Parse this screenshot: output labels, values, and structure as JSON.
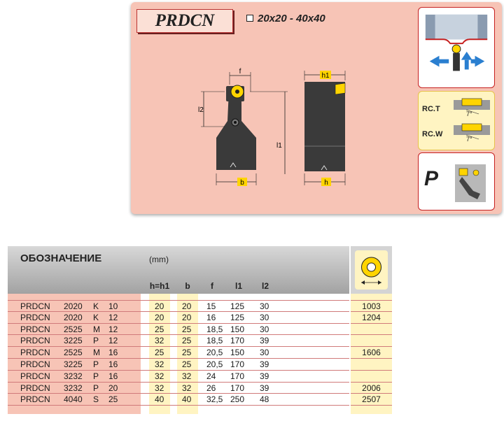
{
  "header": {
    "title": "PRDCN",
    "range": "20x20 - 40x40"
  },
  "drawing": {
    "dim_f": "f",
    "dim_h1_top": "h1",
    "dim_l2": "l2",
    "dim_l1": "l1",
    "dim_b": "b",
    "dim_h": "h"
  },
  "side_panels": {
    "shim_label_t": "RC.T",
    "shim_label_w": "RC.W",
    "angle_t": "7°",
    "angle_w": "7°",
    "clamp_letter": "P"
  },
  "table": {
    "title": "ОБОЗНАЧЕНИЕ",
    "unit": "(mm)",
    "columns": [
      "h=h1",
      "b",
      "f",
      "l1",
      "l2"
    ],
    "rows": [
      {
        "name": "PRDCN",
        "size": "2020",
        "code": "K",
        "ic": "10",
        "h": "20",
        "b": "20",
        "f": "15",
        "l1": "125",
        "l2": "30",
        "insert": "1003"
      },
      {
        "name": "PRDCN",
        "size": "2020",
        "code": "K",
        "ic": "12",
        "h": "20",
        "b": "20",
        "f": "16",
        "l1": "125",
        "l2": "30",
        "insert": "1204"
      },
      {
        "name": "PRDCN",
        "size": "2525",
        "code": "M",
        "ic": "12",
        "h": "25",
        "b": "25",
        "f": "18,5",
        "l1": "150",
        "l2": "30",
        "insert": ""
      },
      {
        "name": "PRDCN",
        "size": "3225",
        "code": "P",
        "ic": "12",
        "h": "32",
        "b": "25",
        "f": "18,5",
        "l1": "170",
        "l2": "39",
        "insert": ""
      },
      {
        "name": "PRDCN",
        "size": "2525",
        "code": "M",
        "ic": "16",
        "h": "25",
        "b": "25",
        "f": "20,5",
        "l1": "150",
        "l2": "30",
        "insert": "1606"
      },
      {
        "name": "PRDCN",
        "size": "3225",
        "code": "P",
        "ic": "16",
        "h": "32",
        "b": "25",
        "f": "20,5",
        "l1": "170",
        "l2": "39",
        "insert": ""
      },
      {
        "name": "PRDCN",
        "size": "3232",
        "code": "P",
        "ic": "16",
        "h": "32",
        "b": "32",
        "f": "24",
        "l1": "170",
        "l2": "39",
        "insert": ""
      },
      {
        "name": "PRDCN",
        "size": "3232",
        "code": "P",
        "ic": "20",
        "h": "32",
        "b": "32",
        "f": "26",
        "l1": "170",
        "l2": "39",
        "insert": "2006"
      },
      {
        "name": "PRDCN",
        "size": "4040",
        "code": "S",
        "ic": "25",
        "h": "40",
        "b": "40",
        "f": "32,5",
        "l1": "250",
        "l2": "48",
        "insert": "2507"
      }
    ]
  },
  "colors": {
    "panel_bg": "#f7c4b6",
    "highlight_yellow": "#fff4c2",
    "insert_yellow": "#ffd400",
    "arrow_blue": "#2a7fd0",
    "border_red": "#c62020"
  }
}
